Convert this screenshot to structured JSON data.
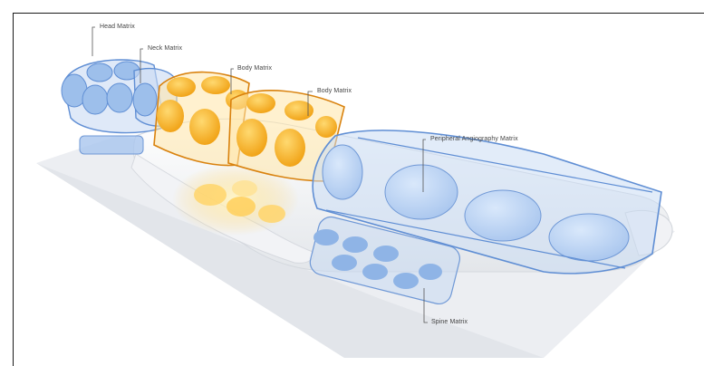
{
  "diagram": {
    "labels": {
      "head": "Head Matrix",
      "neck": "Neck Matrix",
      "body1": "Body Matrix",
      "body2": "Body Matrix",
      "peripheral": "Peripheral Angiography Matrix",
      "spine": "Spine Matrix"
    },
    "colors": {
      "coil_blue": "#8fb4e6",
      "coil_blue_stroke": "#5f8ed4",
      "coil_orange": "#f7b128",
      "coil_orange_stroke": "#d9820e",
      "body_white": "#f4f5f7",
      "table": "#e8eaee"
    }
  }
}
